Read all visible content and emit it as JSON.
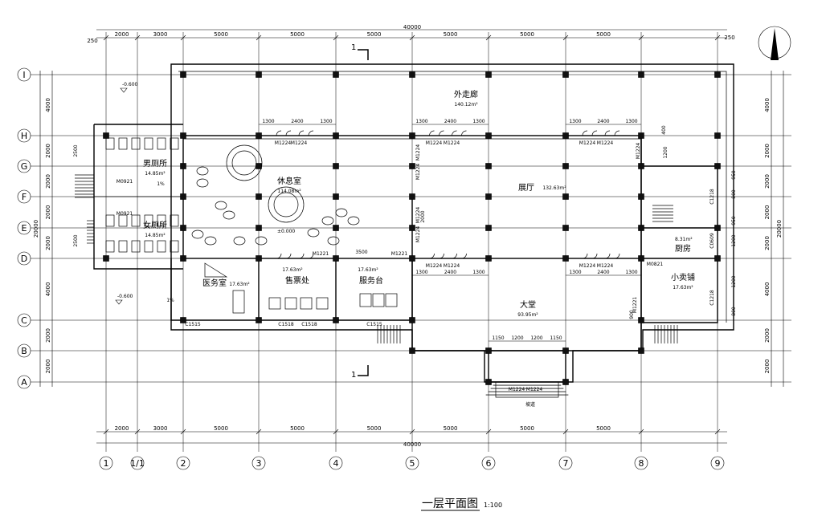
{
  "drawing": {
    "title": "一层平面图",
    "scale": "1:100",
    "section_mark": "1"
  },
  "axes": {
    "columns": [
      "1",
      "1/1",
      "2",
      "3",
      "4",
      "5",
      "6",
      "7",
      "8",
      "9"
    ],
    "rows": [
      "A",
      "B",
      "C",
      "D",
      "E",
      "F",
      "G",
      "H",
      "I"
    ]
  },
  "dimensions": {
    "top_overall": "40000",
    "bottom_overall": "40000",
    "top_spans": [
      "2000",
      "3000",
      "5000",
      "5000",
      "5000",
      "5000",
      "5000",
      "5000"
    ],
    "bottom_spans": [
      "2000",
      "3000",
      "5000",
      "5000",
      "5000",
      "5000",
      "5000",
      "5000"
    ],
    "edge_offset": "250",
    "left_spans": [
      "4000",
      "2000",
      "2000",
      "2000",
      "2000",
      "4000",
      "2000",
      "2000"
    ],
    "right_spans": [
      "4000",
      "2000",
      "2000",
      "2000",
      "2000",
      "4000",
      "2000",
      "2000"
    ],
    "left_overall": "20000",
    "right_overall": "20000",
    "window_dims": [
      "1300",
      "2400",
      "1300"
    ],
    "entry_dims": [
      "1150",
      "1200",
      "1200",
      "1150"
    ],
    "misc": [
      "2500",
      "2500",
      "3500",
      "1200",
      "400",
      "950",
      "950",
      "800",
      "1200",
      "1200",
      "800",
      "2000",
      "900"
    ]
  },
  "rooms": {
    "corridor": {
      "name": "外走廊",
      "area": "140.12m²"
    },
    "lounge": {
      "name": "休息室",
      "area": "114.08m²"
    },
    "exhibition": {
      "name": "展厅",
      "area": "132.63m²"
    },
    "male_wc": {
      "name": "男厕所",
      "area": "14.85m²"
    },
    "female_wc": {
      "name": "女厕所",
      "area": "14.85m²"
    },
    "clinic": {
      "name": "医务室",
      "area": "17.63m²"
    },
    "ticket": {
      "name": "售票处",
      "area": "17.63m²"
    },
    "service": {
      "name": "服务台",
      "area": "17.63m²"
    },
    "lobby": {
      "name": "大堂",
      "area": "93.95m²"
    },
    "kitchen": {
      "name": "厨房",
      "area": "8.31m²"
    },
    "shop": {
      "name": "小卖铺",
      "area": "17.63m²"
    }
  },
  "levels": {
    "ext1": "-0.600",
    "ext2": "-0.600",
    "floor": "±0.000"
  },
  "tags": {
    "door_main": "M1224",
    "door_small": "M1221",
    "door_wc": "M0921",
    "door_mini": "M0821",
    "window_1": "C1515",
    "window_2": "C1518",
    "window_3": "C1218",
    "window_4": "C0609",
    "slope": "1%",
    "ramp": "坡道"
  }
}
